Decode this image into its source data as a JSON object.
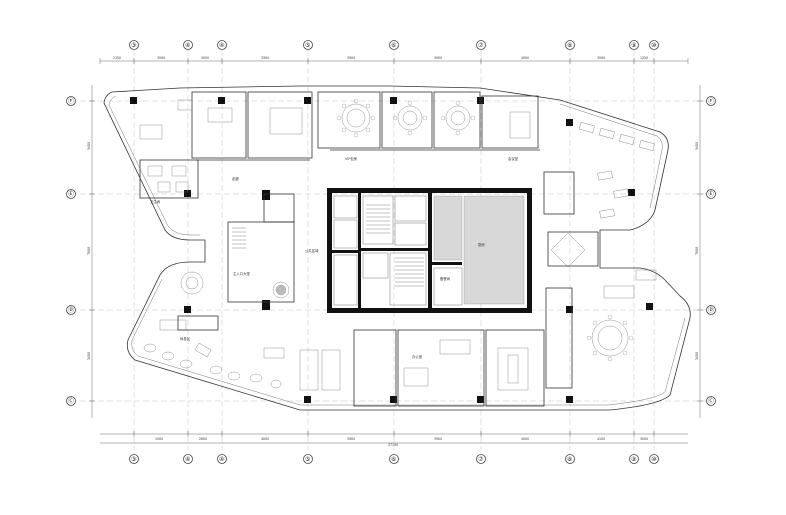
{
  "grid_columns": [
    {
      "id": "col-3",
      "label": "③"
    },
    {
      "id": "col-3a",
      "label": "④"
    },
    {
      "id": "col-4",
      "label": "④"
    },
    {
      "id": "col-5",
      "label": "⑤"
    },
    {
      "id": "col-6",
      "label": "⑥"
    },
    {
      "id": "col-7",
      "label": "⑦"
    },
    {
      "id": "col-8",
      "label": "⑧"
    },
    {
      "id": "col-9",
      "label": "⑨"
    },
    {
      "id": "col-10",
      "label": "⑩"
    }
  ],
  "grid_rows": [
    {
      "id": "row-f",
      "label": "Ⓕ"
    },
    {
      "id": "row-e",
      "label": "Ⓔ"
    },
    {
      "id": "row-d",
      "label": "Ⓓ"
    },
    {
      "id": "row-c",
      "label": "Ⓒ"
    }
  ],
  "dimensions_top": [
    "2150",
    "3000",
    "3000",
    "3300",
    "3900",
    "3900",
    "4000",
    "3000",
    "1250"
  ],
  "dimensions_bottom": [
    "1500",
    "2600",
    "4000",
    "3900",
    "3900",
    "4000",
    "4100",
    "3000"
  ],
  "dimension_total_bottom": "37100",
  "dimensions_left": [
    "3400",
    "7800",
    "3400"
  ],
  "dimensions_right": [
    "3400",
    "7800",
    "3400"
  ],
  "room_labels": {
    "central_hall": "公共区域",
    "lobby": "主入口大堂",
    "corridor_label": "走廊",
    "vip_dining": "VIP包房",
    "meeting": "会议室",
    "lounge": "休息区",
    "restroom": "卫生间",
    "kitchen": "厨房",
    "service": "备餐间",
    "office": "办公室"
  }
}
